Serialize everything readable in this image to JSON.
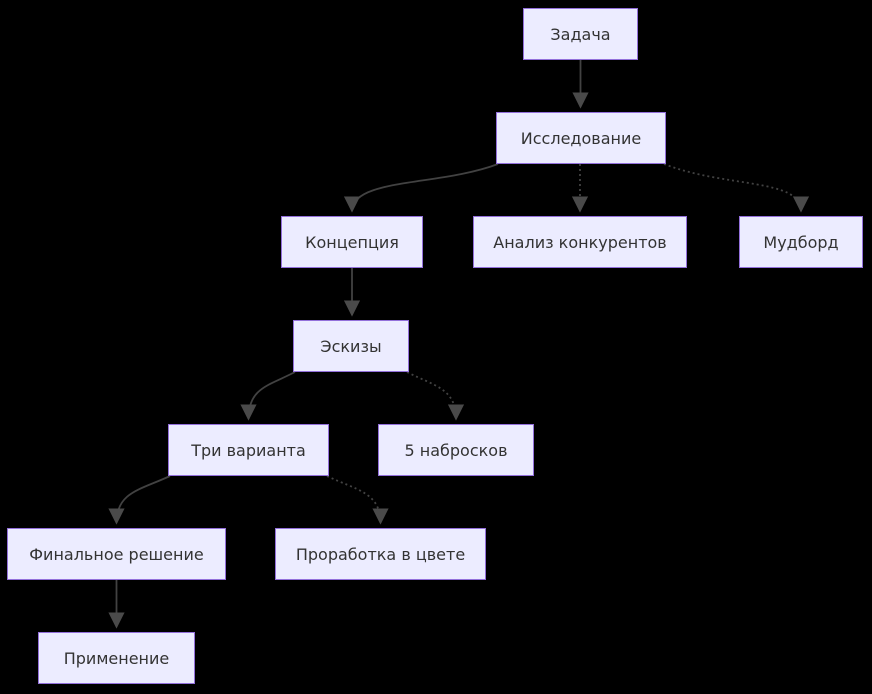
{
  "diagram": {
    "type": "flowchart",
    "direction": "top-down",
    "background_color": "#000000",
    "node_fill_color": "#ECECFF",
    "node_border_color": "#9370DB",
    "node_text_color": "#333333",
    "edge_color": "#424242",
    "nodes": [
      {
        "id": "task",
        "label": "Задача"
      },
      {
        "id": "research",
        "label": "Исследование"
      },
      {
        "id": "concept",
        "label": "Концепция"
      },
      {
        "id": "competitor-analysis",
        "label": "Анализ конкурентов"
      },
      {
        "id": "moodboard",
        "label": "Мудборд"
      },
      {
        "id": "sketches",
        "label": "Эскизы"
      },
      {
        "id": "three-variants",
        "label": "Три варианта"
      },
      {
        "id": "five-drafts",
        "label": "5 набросков"
      },
      {
        "id": "final-solution",
        "label": "Финальное решение"
      },
      {
        "id": "color-elaboration",
        "label": "Проработка в цвете"
      },
      {
        "id": "application",
        "label": "Применение"
      }
    ],
    "edges": [
      {
        "from": "task",
        "to": "research",
        "style": "solid"
      },
      {
        "from": "research",
        "to": "concept",
        "style": "solid"
      },
      {
        "from": "research",
        "to": "competitor-analysis",
        "style": "dotted"
      },
      {
        "from": "research",
        "to": "moodboard",
        "style": "dotted"
      },
      {
        "from": "concept",
        "to": "sketches",
        "style": "solid"
      },
      {
        "from": "sketches",
        "to": "three-variants",
        "style": "solid"
      },
      {
        "from": "sketches",
        "to": "five-drafts",
        "style": "dotted"
      },
      {
        "from": "three-variants",
        "to": "final-solution",
        "style": "solid"
      },
      {
        "from": "three-variants",
        "to": "color-elaboration",
        "style": "dotted"
      },
      {
        "from": "final-solution",
        "to": "application",
        "style": "solid"
      }
    ]
  }
}
